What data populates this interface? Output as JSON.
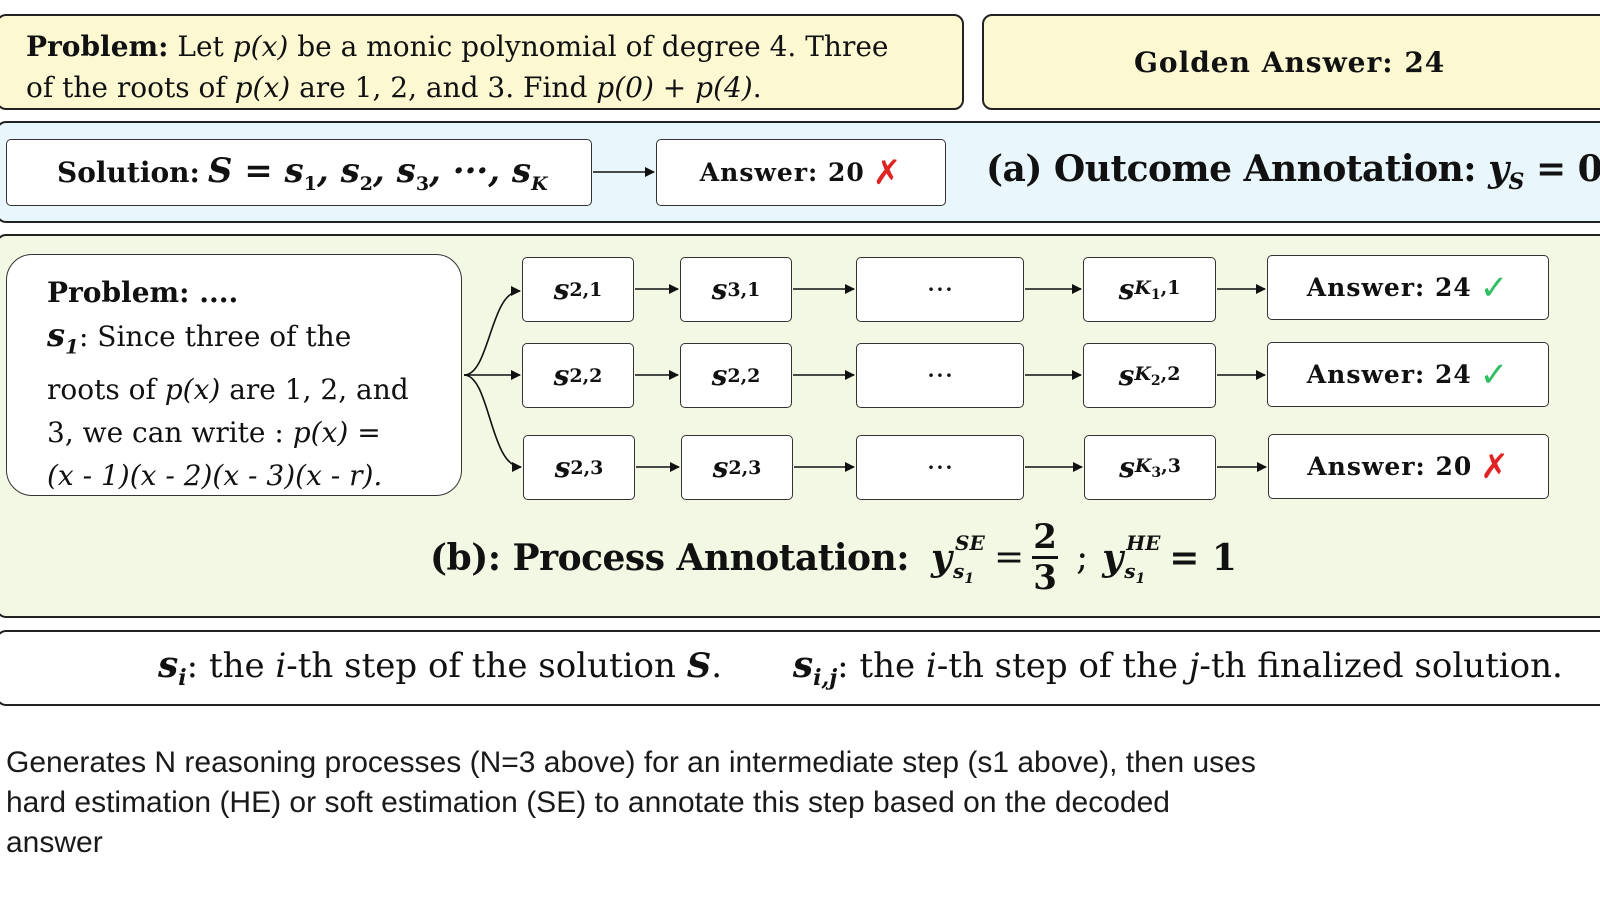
{
  "problem": {
    "label": "Problem:",
    "text_a": "Let",
    "px": "p(x)",
    "text_b": "be a monic polynomial of degree 4.  Three",
    "line2_a": "of the roots of",
    "line2_b": "are 1, 2, and 3.  Find",
    "target": "p(0) + p(4)",
    "period": "."
  },
  "golden_answer": "Golden Answer: 24",
  "outcome": {
    "solution_label": "Solution:",
    "solution_expr": "S = s",
    "answer_text": "Answer: 20",
    "answer_mark": "✗",
    "title_a": "(a) Outcome Annotation:",
    "title_y": "y",
    "title_sub": "S",
    "title_eq": " = 0"
  },
  "process": {
    "problem_label": "Problem: ....",
    "s1_label": "s",
    "s1_sub": "1",
    "s1_text": ": Since three of the",
    "line2_a": "roots of",
    "line2_px": "p(x)",
    "line2_b": "are 1, 2, and",
    "line3_a": "3, we can write :",
    "line3_px": "p(x) =",
    "line4": "(x - 1)(x - 2)(x - 3)(x - r).",
    "ellipsis": "···",
    "rows": [
      {
        "steps": [
          {
            "sub": "2,1"
          },
          {
            "sub": "3,1"
          }
        ],
        "final_sub_a": "K",
        "final_sub_b": "1",
        "final_sub_c": ",1",
        "answer": "Answer: 24",
        "mark": "✓",
        "ok": true
      },
      {
        "steps": [
          {
            "sub": "2,2"
          },
          {
            "sub": "2,2"
          }
        ],
        "final_sub_a": "K",
        "final_sub_b": "2",
        "final_sub_c": ",2",
        "answer": "Answer: 24",
        "mark": "✓",
        "ok": true
      },
      {
        "steps": [
          {
            "sub": "2,3"
          },
          {
            "sub": "2,3"
          }
        ],
        "final_sub_a": "K",
        "final_sub_b": "3",
        "final_sub_c": ",3",
        "answer": "Answer: 20",
        "mark": "✗",
        "ok": false
      }
    ],
    "annotation_label": "(b): Process Annotation:",
    "se_sup": "SE",
    "he_sup": "HE",
    "y_sub": "s",
    "y_sub_sub": "1",
    "frac_num": "2",
    "frac_den": "3",
    "separator": ";",
    "he_value": "= 1"
  },
  "legend": {
    "si_sym": "s",
    "si_sub": "i",
    "si_text_a": ": the",
    "si_i": "i",
    "si_text_b": "-th step of the solution",
    "si_S": "S",
    "sij_sym": "s",
    "sij_sub": "i,j",
    "sij_text_a": ": the",
    "sij_i": "i",
    "sij_text_b": "-th step of the",
    "sij_j": "j",
    "sij_text_c": "-th finalized solution."
  },
  "caption": {
    "line1": "Generates N reasoning processes (N=3 above) for an intermediate step (s1 above), then uses",
    "line2": "hard estimation (HE) or soft estimation (SE) to annotate this step based on the decoded",
    "line3": "answer"
  },
  "colors": {
    "yellow_panel": "#fbf8d2",
    "blue_panel": "#e9f6fb",
    "green_panel": "#f2f8e3",
    "check": "#2fbf60",
    "cross": "#e02424"
  }
}
